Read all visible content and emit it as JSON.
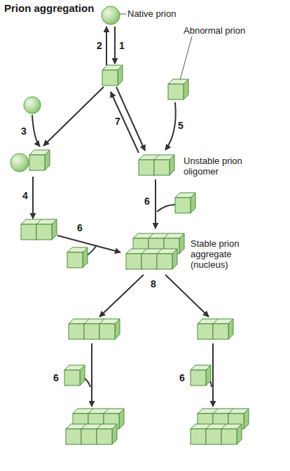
{
  "diagram": {
    "title": "Prion aggregation",
    "labels": [
      "Native prion",
      "2",
      "1",
      "Abnormal prion",
      "3",
      "7",
      "5",
      "Unstable prion oligomer",
      "4",
      "6",
      "6",
      "Stable prion aggregate (nucleus)",
      "8",
      "6",
      "6"
    ]
  }
}
